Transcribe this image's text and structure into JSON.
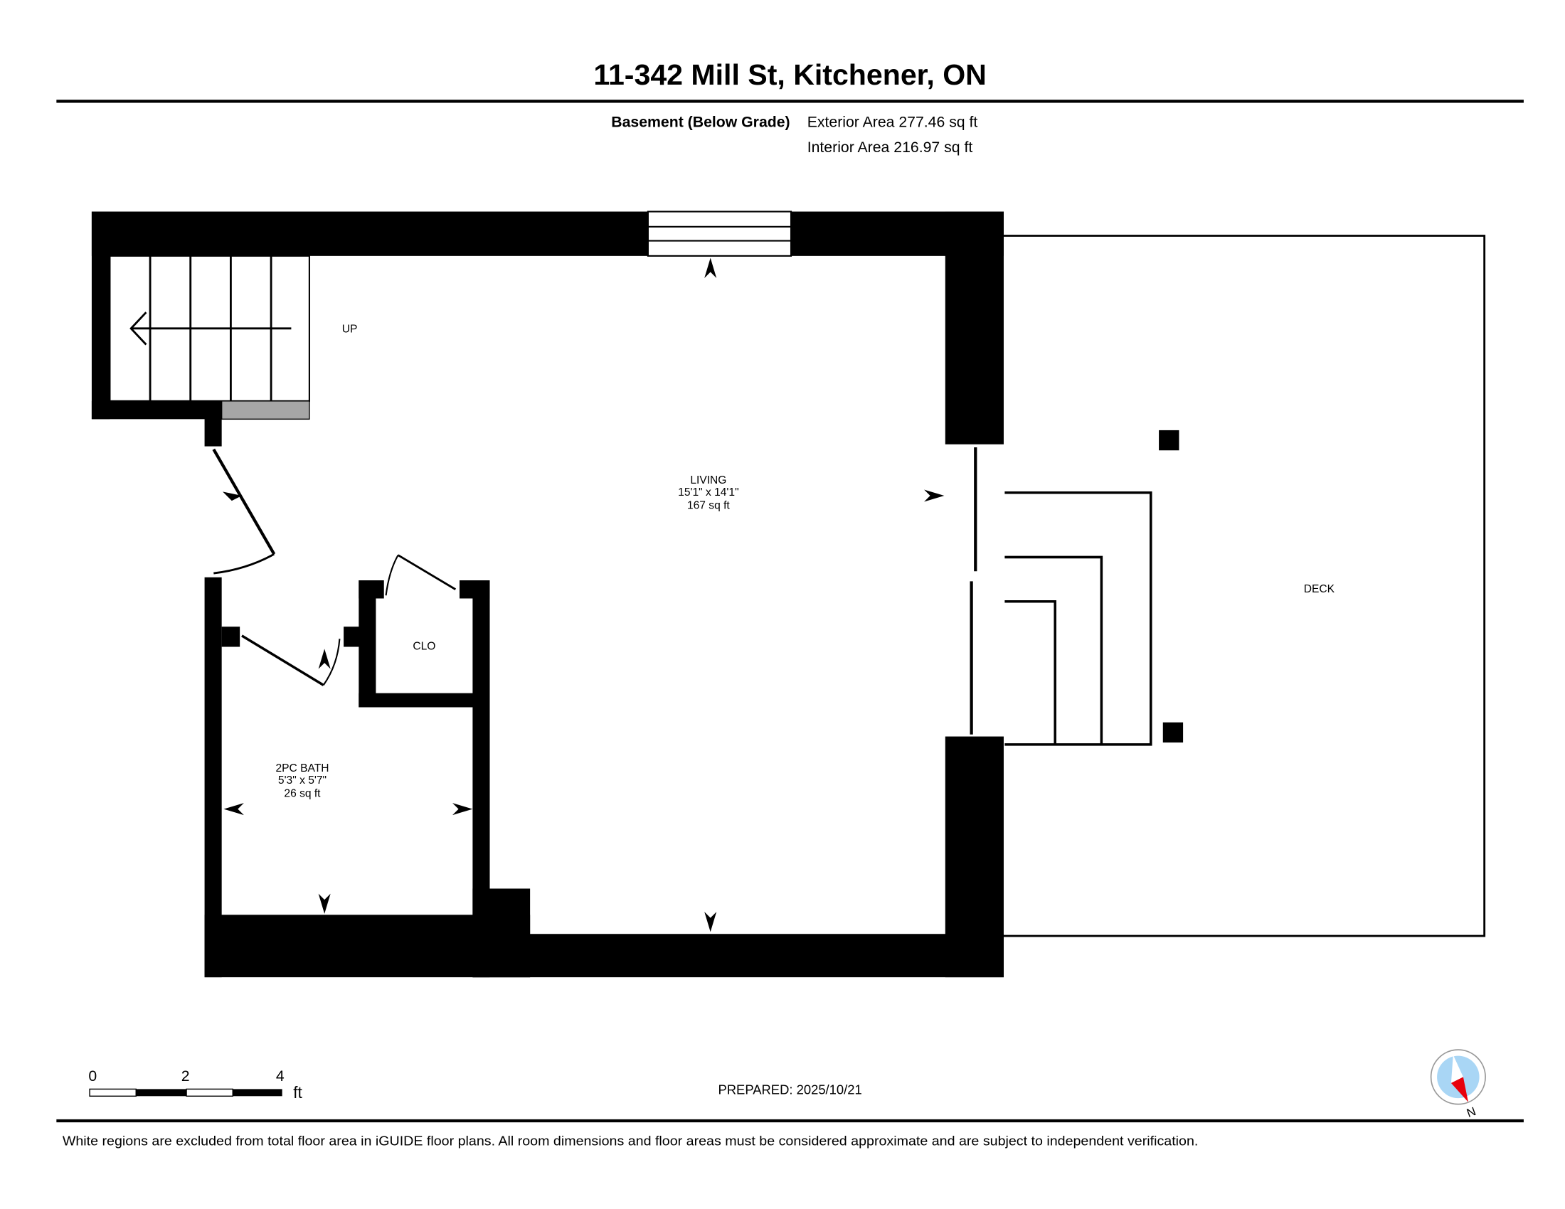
{
  "header": {
    "title": "11-342 Mill St, Kitchener, ON",
    "floor_name": "Basement (Below Grade)",
    "exterior_area": "Exterior Area 277.46 sq ft",
    "interior_area": "Interior Area 216.97 sq ft"
  },
  "rooms": {
    "living": {
      "name": "LIVING",
      "dims": "15'1\" x 14'1\"",
      "area": "167 sq ft"
    },
    "bath": {
      "name": "2PC BATH",
      "dims": "5'3\" x 5'7\"",
      "area": "26 sq ft"
    },
    "closet": {
      "name": "CLO"
    },
    "deck": {
      "name": "DECK"
    },
    "stairs": {
      "label": "UP"
    }
  },
  "scale_bar": {
    "ticks": [
      "0",
      "2",
      "4"
    ],
    "unit": "ft"
  },
  "prepared": "PREPARED: 2025/10/21",
  "compass": {
    "label": "N",
    "colors": {
      "ring": "#a9d6f5",
      "needle": "#e8000b"
    }
  },
  "footer": {
    "disclaimer": "White regions are excluded from total floor area in iGUIDE floor plans. All room dimensions and floor areas must be considered approximate and are subject to independent verification."
  }
}
